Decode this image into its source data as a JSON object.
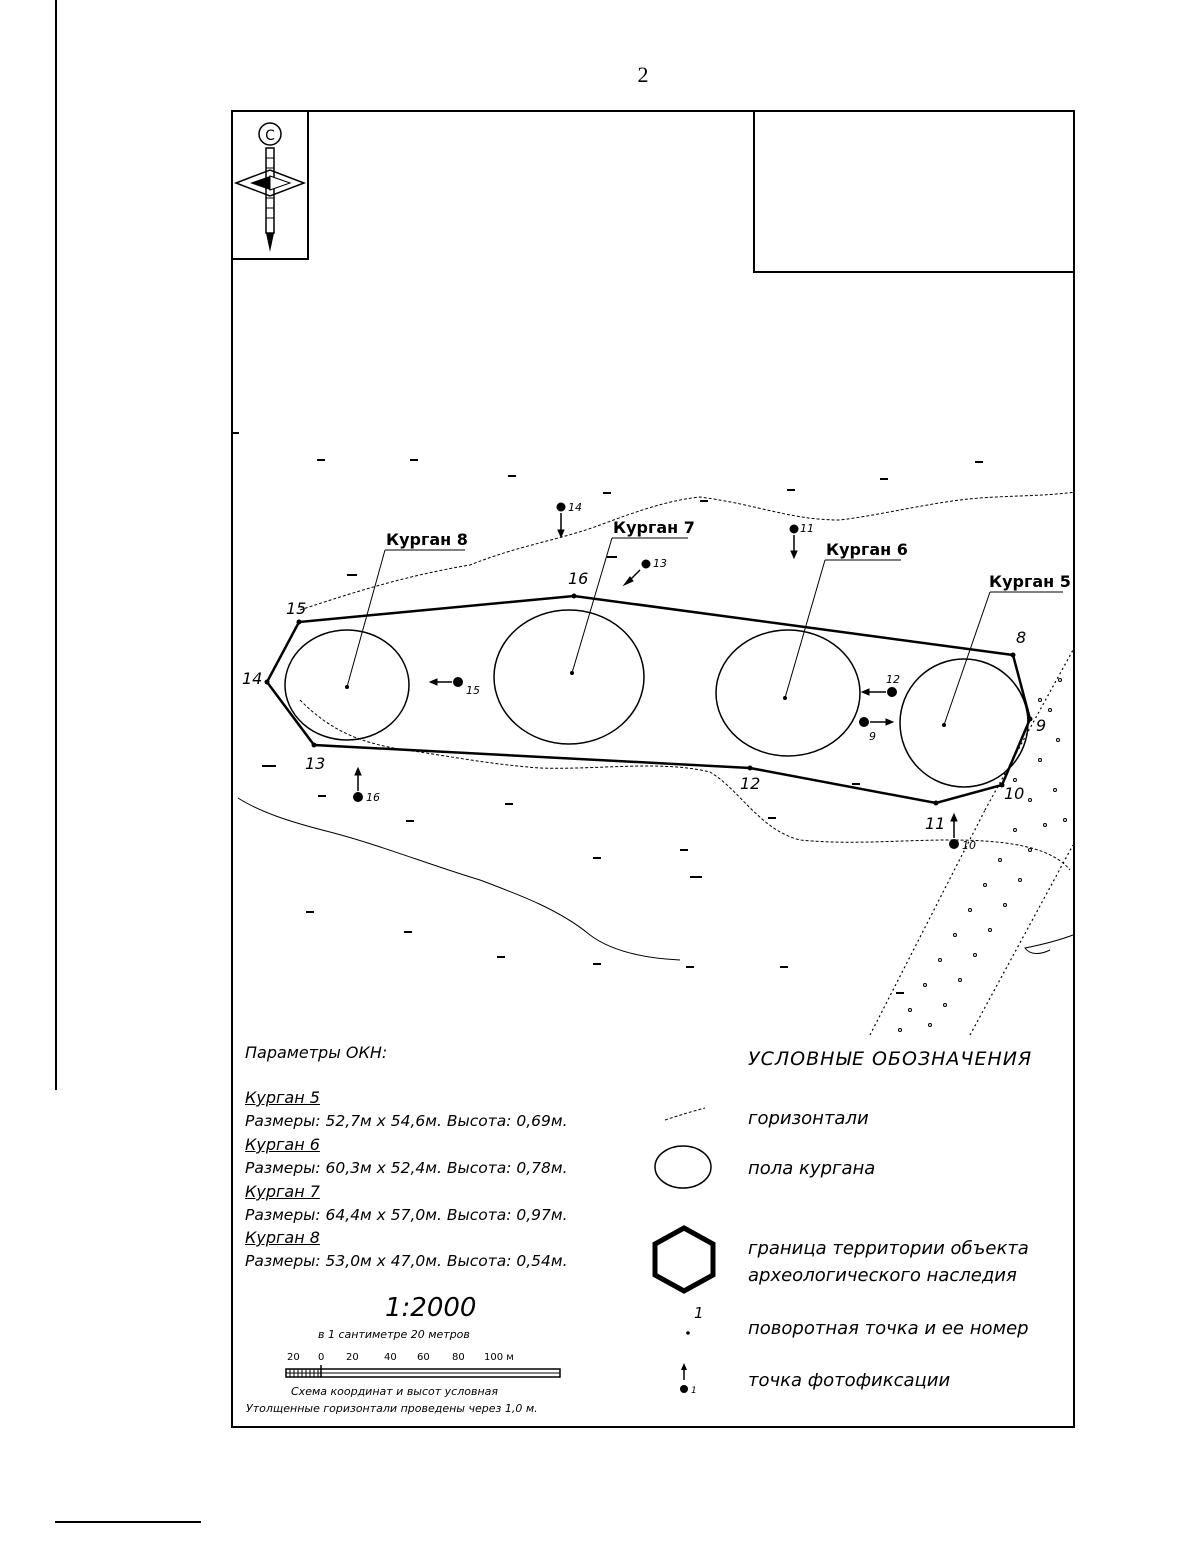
{
  "page": {
    "number": "2"
  },
  "map": {
    "north_label": "С",
    "kurgan_labels": [
      "Курган 8",
      "Курган 7",
      "Курган 6",
      "Курган 5"
    ],
    "boundary_points": [
      "8",
      "9",
      "10",
      "11",
      "12",
      "13",
      "14",
      "15",
      "16"
    ],
    "photo_points": [
      "9",
      "10",
      "11",
      "12",
      "13",
      "14",
      "15",
      "16"
    ]
  },
  "params": {
    "title": "Параметры ОКН:",
    "kurgans": [
      {
        "name": "Курган 5",
        "dims": "Размеры: 52,7м x 54,6м. Высота: 0,69м."
      },
      {
        "name": "Курган 6",
        "dims": "Размеры: 60,3м x 52,4м. Высота: 0,78м."
      },
      {
        "name": "Курган 7",
        "dims": "Размеры: 64,4м x 57,0м. Высота: 0,97м."
      },
      {
        "name": "Курган 8",
        "dims": "Размеры: 53,0м x 47,0м. Высота: 0,54м."
      }
    ]
  },
  "scale": {
    "ratio": "1:2000",
    "subtitle": "в 1 сантиметре 20 метров",
    "ticks": [
      "20",
      "0",
      "20",
      "40",
      "60",
      "80",
      "100 м"
    ],
    "note1": "Схема координат и высот условная",
    "note2": "Утолщенные горизонтали проведены через 1,0 м."
  },
  "legend": {
    "title": "УСЛОВНЫЕ ОБОЗНАЧЕНИЯ",
    "contour": "горизонтали",
    "kurgan_floor": "пола кургана",
    "boundary_line1": "граница территории объекта",
    "boundary_line2": "археологического наследия",
    "turn_point_number": "1",
    "turn_point": "поворотная точка и ее номер",
    "photo_point_number": "1",
    "photo_point": "точка фотофиксации"
  }
}
